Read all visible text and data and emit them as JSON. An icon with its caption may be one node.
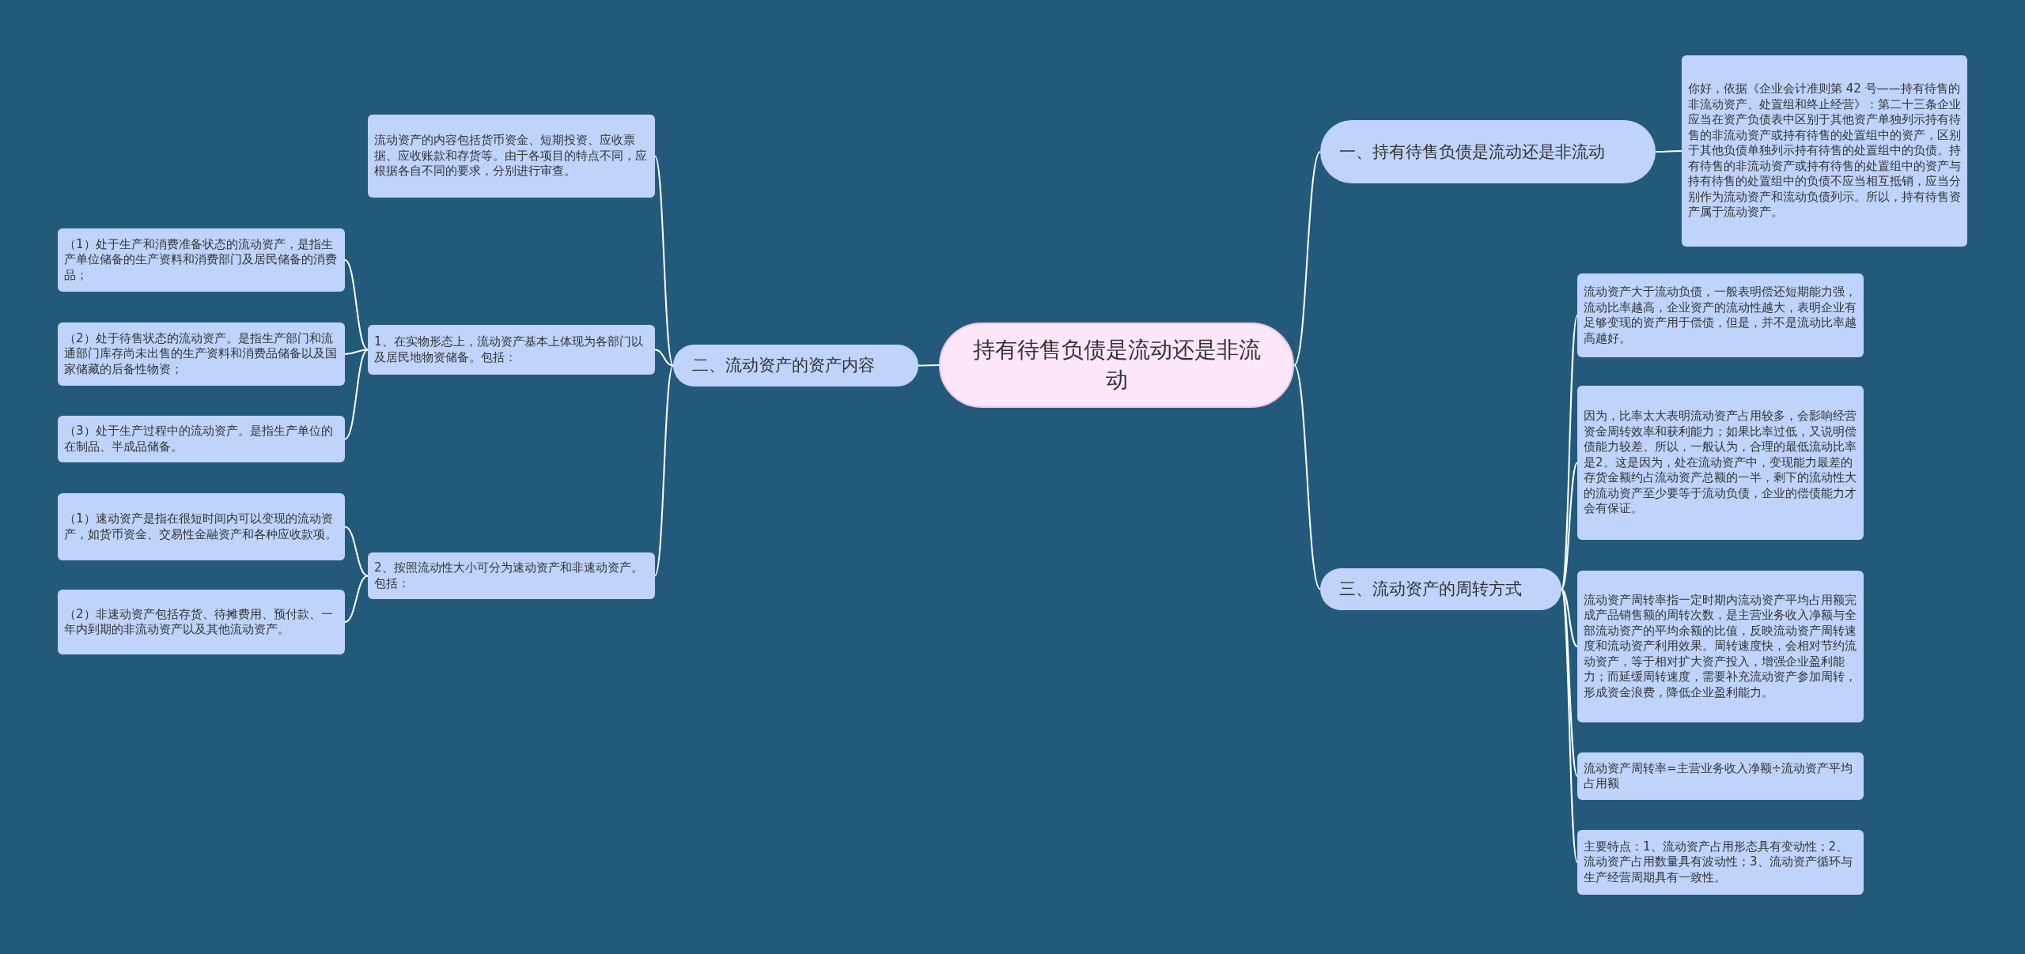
{
  "diagram": {
    "nodes": [
      {
        "text": [
          "持有待售负债是流动还是非流动"
        ]
      },
      {
        "text": [
          "一、持有待售负债是流动还是非流动"
        ]
      },
      {
        "text": [
          "你好，依据《企业会计准则第 42 号——持有待售的非流动资产、处置组和终止经营》：第二十三条企业应当在资产负债表中区别于其他资产单独列示持有待售的非流动资产或持有待售的处置组中的资产，区别于其他负债单独列示持有待售的处置组中的负债。持有待售的非流动资产或持有待售的处置组中的资产与持有待售的处置组中的负债不应当相互抵销，应当分别作为流动资产和流动负债列示。所以，持有待售资产属于流动资产。"
        ]
      },
      {
        "text": [
          "二、流动资产的资产内容"
        ]
      },
      {
        "text": [
          "流动资产的内容包括货币资金、短期投资、应收票据、应收账款和存货等。由于各项目的特点不同，应根据各自不同的要求，分别进行审查。"
        ]
      },
      {
        "text": [
          "1、在实物形态上，流动资产基本上体现为各部门以及居民地物资储备。包括："
        ]
      },
      {
        "text": [
          "（1）处于生产和消费准备状态的流动资产，是指生产单位储备的生产资料和消费部门及居民储备的消费品；"
        ]
      },
      {
        "text": [
          "（2）处于待售状态的流动资产。是指生产部门和流通部门库存尚未出售的生产资料和消费品储备以及国家储藏的后备性物资；"
        ]
      },
      {
        "text": [
          "（3）处于生产过程中的流动资产。是指生产单位的在制品、半成品储备。"
        ]
      },
      {
        "text": [
          "2、按照流动性大小可分为速动资产和非速动资产。包括："
        ]
      },
      {
        "text": [
          "（1）速动资产是指在很短时间内可以变现的流动资产，如货币资金、交易性金融资产和各种应收款项。"
        ]
      },
      {
        "text": [
          "（2）非速动资产包括存货、待摊费用、预付款、一年内到期的非流动资产以及其他流动资产。"
        ]
      },
      {
        "text": [
          "三、流动资产的周转方式"
        ]
      },
      {
        "text": [
          "流动资产大于流动负债，一般表明偿还短期能力强，流动比率越高，企业资产的流动性越大，表明企业有足够变现的资产用于偿债，但是，并不是流动比率越高越好。"
        ]
      },
      {
        "text": [
          "因为，比率太大表明流动资产占用较多，会影响经营资金周转效率和获利能力；如果比率过低，又说明偿债能力较差。所以，一般认为，合理的最低流动比率是2。这是因为，处在流动资产中，变现能力最差的存货金额约占流动资产总额的一半，剩下的流动性大的流动资产至少要等于流动负债，企业的偿债能力才会有保证。"
        ]
      },
      {
        "text": [
          "流动资产周转率指一定时期内流动资产平均占用额完成产品销售额的周转次数，是主营业务收入净额与全部流动资产的平均余额的比值，反映流动资产周转速度和流动资产利用效果。周转速度快，会相对节约流动资产，等于相对扩大资产投入，增强企业盈利能力；而延缓周转速度，需要补充流动资产参加周转，形成资金浪费，降低企业盈利能力。"
        ]
      },
      {
        "text": [
          "流动资产周转率=主营业务收入净额÷流动资产平均占用额"
        ]
      },
      {
        "text": [
          "主要特点：1、流动资产占用形态具有变动性；2、流动资产占用数量具有波动性；3、流动资产循环与生产经营周期具有一致性。"
        ]
      }
    ],
    "edges": [
      {
        "from": 0,
        "to": 1,
        "arrow": "none"
      },
      {
        "from": 1,
        "to": 2,
        "arrow": "none"
      },
      {
        "from": 0,
        "to": 3,
        "arrow": "none"
      },
      {
        "from": 3,
        "to": 4,
        "arrow": "none"
      },
      {
        "from": 3,
        "to": 5,
        "arrow": "none"
      },
      {
        "from": 5,
        "to": 6,
        "arrow": "none"
      },
      {
        "from": 5,
        "to": 7,
        "arrow": "none"
      },
      {
        "from": 5,
        "to": 8,
        "arrow": "none"
      },
      {
        "from": 3,
        "to": 9,
        "arrow": "none"
      },
      {
        "from": 9,
        "to": 10,
        "arrow": "none"
      },
      {
        "from": 9,
        "to": 11,
        "arrow": "none"
      },
      {
        "from": 0,
        "to": 12,
        "arrow": "none"
      },
      {
        "from": 12,
        "to": 13,
        "arrow": "none"
      },
      {
        "from": 12,
        "to": 14,
        "arrow": "none"
      },
      {
        "from": 12,
        "to": 15,
        "arrow": "none"
      },
      {
        "from": 12,
        "to": 16,
        "arrow": "none"
      },
      {
        "from": 12,
        "to": 17,
        "arrow": "none"
      }
    ]
  }
}
